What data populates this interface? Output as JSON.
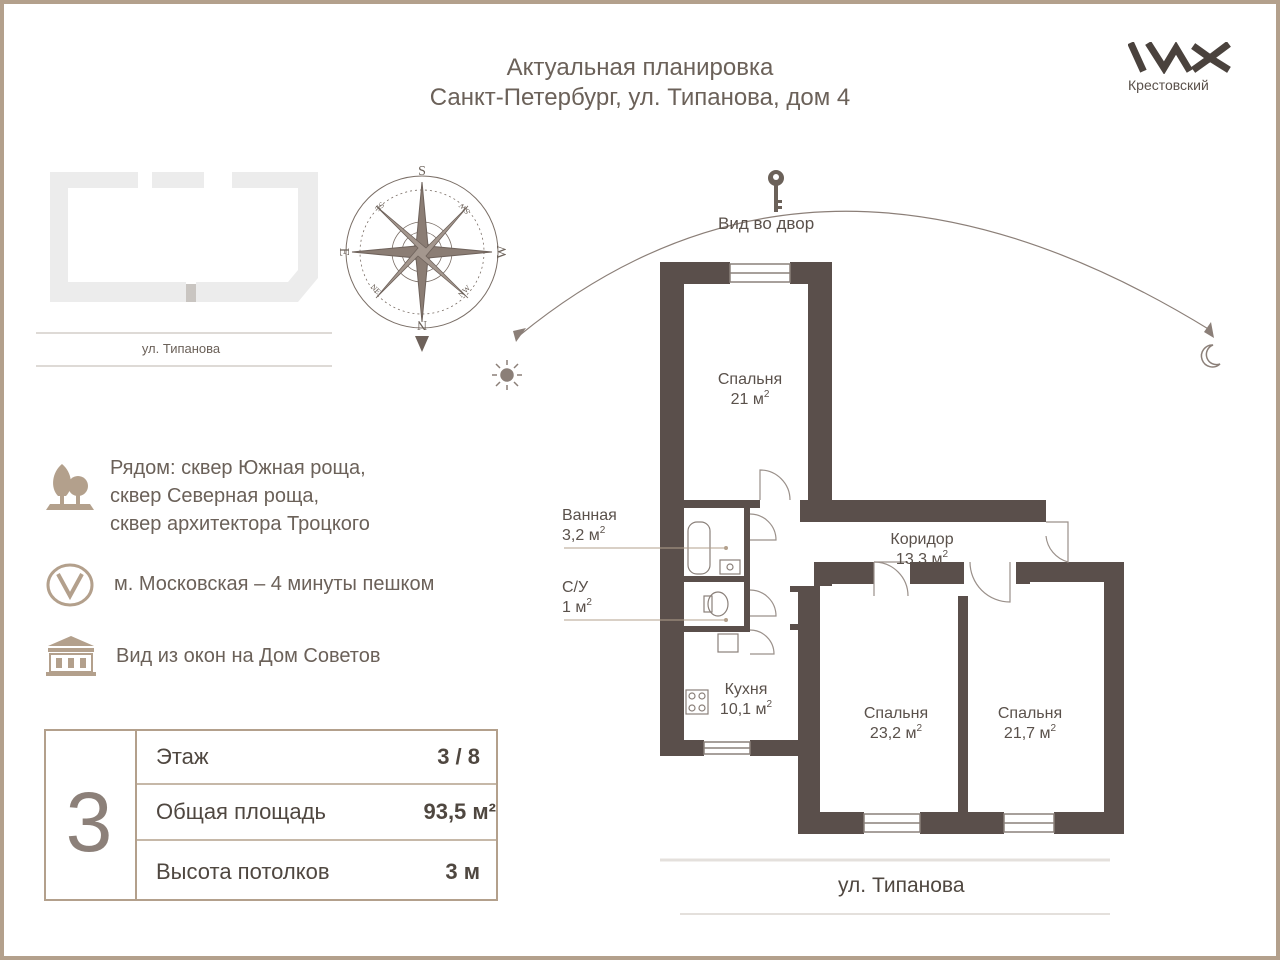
{
  "header": {
    "title": "Актуальная планировка",
    "address": "Санкт-Петербург, ул. Типанова, дом 4"
  },
  "logo": {
    "name": "Крестовский",
    "icon": "krestovsky-logo-icon"
  },
  "site_plan": {
    "street": "ул. Типанова"
  },
  "compass": {
    "north": "N",
    "south": "S",
    "east": "E",
    "west": "W",
    "ne": "NE",
    "nw": "NW",
    "se": "SE",
    "sw": "SW"
  },
  "view": {
    "yard": "Вид во двор"
  },
  "features": [
    {
      "icon": "park-tree-icon",
      "lines": [
        "Рядом: сквер Южная роща,",
        "сквер Северная роща,",
        "сквер архитектора Троцкого"
      ]
    },
    {
      "icon": "metro-icon",
      "lines": [
        "м. Московская – 4 минуты пешком"
      ]
    },
    {
      "icon": "building-icon",
      "lines": [
        "Вид из окон на Дом Советов"
      ]
    }
  ],
  "stats": {
    "rooms_count": "3",
    "floor_label": "Этаж",
    "floor_value": "3 / 8",
    "area_label": "Общая площадь",
    "area_value": "93,5 м²",
    "ceiling_label": "Высота потолков",
    "ceiling_value": "3 м"
  },
  "rooms": {
    "bedroom1": {
      "name": "Спальня",
      "area": "21 м"
    },
    "corridor": {
      "name": "Коридор",
      "area": "13,3 м"
    },
    "bathroom": {
      "name": "Ванная",
      "area": "3,2 м"
    },
    "toilet": {
      "name": "С/У",
      "area": "1 м"
    },
    "kitchen": {
      "name": "Кухня",
      "area": "10,1 м"
    },
    "bedroom2": {
      "name": "Спальня",
      "area": "23,2 м"
    },
    "bedroom3": {
      "name": "Спальня",
      "area": "21,7 м"
    }
  },
  "area_unit_sup": "2",
  "plan_street": "ул. Типанова",
  "colors": {
    "frame": "#b3a08c",
    "wall": "#5a4f4b",
    "text": "#6b6159",
    "site": "#ecebeb"
  }
}
